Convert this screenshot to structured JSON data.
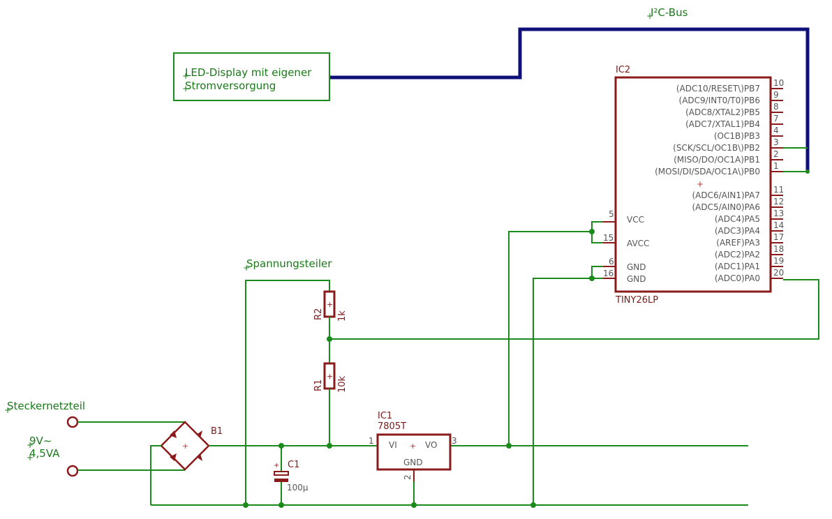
{
  "labels": {
    "i2c_bus": "I²C-Bus",
    "led_display_line1": "LED-Display mit eigener",
    "led_display_line2": "Stromversorgung",
    "spannungsteiler": "Spannungsteiler",
    "steckernetzteil": "Steckernetzteil",
    "voltage": "9V~",
    "power": "4,5VA"
  },
  "ic2": {
    "name": "IC2",
    "part": "TINY26LP",
    "right_pins": [
      {
        "label": "(ADC10/RESET\\)PB7",
        "num": "10"
      },
      {
        "label": "(ADC9/INT0/T0)PB6",
        "num": "9"
      },
      {
        "label": "(ADC8/XTAL2)PB5",
        "num": "8"
      },
      {
        "label": "(ADC7/XTAL1)PB4",
        "num": "7"
      },
      {
        "label": "(OC1B)PB3",
        "num": "4"
      },
      {
        "label": "(SCK/SCL/OC1B\\)PB2",
        "num": "3"
      },
      {
        "label": "(MISO/DO/OC1A)PB1",
        "num": "2"
      },
      {
        "label": "(MOSI/DI/SDA/OC1A\\)PB0",
        "num": "1"
      },
      {
        "label": "(ADC6/AIN1)PA7",
        "num": "11"
      },
      {
        "label": "(ADC5/AIN0)PA6",
        "num": "12"
      },
      {
        "label": "(ADC4)PA5",
        "num": "13"
      },
      {
        "label": "(ADC3)PA4",
        "num": "14"
      },
      {
        "label": "(AREF)PA3",
        "num": "17"
      },
      {
        "label": "(ADC2)PA2",
        "num": "18"
      },
      {
        "label": "(ADC1)PA1",
        "num": "19"
      },
      {
        "label": "(ADC0)PA0",
        "num": "20"
      }
    ],
    "left_pins": [
      {
        "label": "VCC",
        "num": "5"
      },
      {
        "label": "AVCC",
        "num": "15"
      },
      {
        "label": "GND",
        "num": "6"
      },
      {
        "label": "GND",
        "num": "16"
      }
    ]
  },
  "r2": {
    "name": "R2",
    "value": "1k"
  },
  "r1": {
    "name": "R1",
    "value": "10k"
  },
  "ic1": {
    "name": "IC1",
    "part": "7805T",
    "vi": "VI",
    "vo": "VO",
    "gnd": "GND",
    "pin1": "1",
    "pin2": "2",
    "pin3": "3"
  },
  "c1": {
    "name": "C1",
    "value": "100µ"
  },
  "b1": {
    "name": "B1"
  },
  "colors": {
    "wire": "#1a8a1a",
    "bus": "#10107a",
    "component": "#8b1a1a"
  }
}
